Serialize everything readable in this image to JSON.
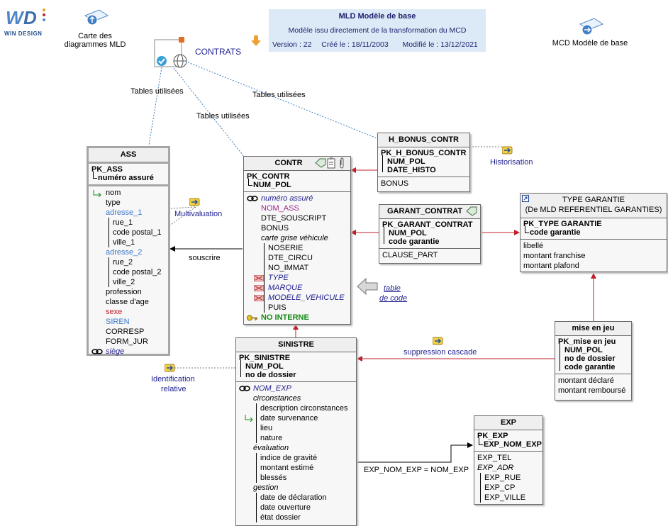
{
  "logo": {
    "text": "WIN DESIGN"
  },
  "nav": {
    "carte_label_1": "Carte des",
    "carte_label_2": "diagrammes MLD",
    "mcd_label": "MCD Modèle de base"
  },
  "header_box": {
    "title": "MLD Modèle de base",
    "subtitle": "Modèle issu directement de la transformation du MCD",
    "version": "Version : 22",
    "created": "Créé le : 18/11/2003",
    "modified": "Modifié le : 13/12/2021"
  },
  "contrats_label": "CONTRATS",
  "link_labels": {
    "tables_1": "Tables utilisées",
    "tables_2": "Tables utilisées",
    "tables_3": "Tables utilisées",
    "historisation": "Historisation",
    "multivaluation": "Multivaluation",
    "souscrire": "souscrire",
    "suppression": "suppression cascade",
    "identification_1": "Identification",
    "identification_2": "relative",
    "exp_join": "EXP_NOM_EXP = NOM_EXP",
    "table_code_1": "table",
    "table_code_2": "de code"
  },
  "ass": {
    "name": "ASS",
    "pk": "PK_ASS",
    "pk_col": "numéro assuré",
    "cols": [
      "nom",
      "type",
      "adresse_1",
      "rue_1",
      "code postal_1",
      "ville_1",
      "adresse_2",
      "rue_2",
      "code postal_2",
      "ville_2",
      "profession",
      "classe d'age",
      "sexe",
      "SIREN",
      "CORRESP",
      "FORM_JUR",
      "siège"
    ]
  },
  "contr": {
    "name": "CONTR",
    "pk": "PK_CONTR",
    "pk_col": "NUM_POL",
    "cols": [
      "numéro assuré",
      "NOM_ASS",
      "DTE_SOUSCRIPT",
      "BONUS",
      "carte grise véhicule",
      "NOSERIE",
      "DTE_CIRCU",
      "NO_IMMAT",
      "TYPE",
      "MARQUE",
      "MODELE_VEHICULE",
      "PUIS",
      "NO INTERNE"
    ]
  },
  "h_bonus": {
    "name": "H_BONUS_CONTR",
    "pk": "PK_H_BONUS_CONTR",
    "pk_cols": [
      "NUM_POL",
      "DATE_HISTO"
    ],
    "cols": [
      "BONUS"
    ]
  },
  "garant": {
    "name": "GARANT_CONTRAT",
    "pk": "PK_GARANT_CONTRAT",
    "pk_cols": [
      "NUM_POL",
      "code garantie"
    ],
    "cols": [
      "CLAUSE_PART"
    ]
  },
  "type_garantie": {
    "name": "TYPE GARANTIE",
    "subtitle": "(De MLD REFERENTIEL GARANTIES)",
    "pk": "PK_TYPE GARANTIE",
    "pk_col": "code garantie",
    "cols": [
      "libellé",
      "montant franchise",
      "montant plafond"
    ]
  },
  "mise_en_jeu": {
    "name": "mise en jeu",
    "pk": "PK_mise en jeu",
    "pk_cols": [
      "NUM_POL",
      "no de dossier",
      "code garantie"
    ],
    "cols": [
      "montant déclaré",
      "montant remboursé"
    ]
  },
  "sinistre": {
    "name": "SINISTRE",
    "pk": "PK_SINISTRE",
    "pk_cols": [
      "NUM_POL",
      "no de dossier"
    ],
    "cols": [
      "NOM_EXP",
      "circonstances",
      "description circonstances",
      "date survenance",
      "lieu",
      "nature",
      "évaluation",
      "indice de gravité",
      "montant estimé",
      "blessés",
      "gestion",
      "date de déclaration",
      "date ouverture",
      "état dossier"
    ]
  },
  "exp": {
    "name": "EXP",
    "pk": "PK_EXP",
    "pk_col": "EXP_NOM_EXP",
    "cols": [
      "EXP_TEL",
      "EXP_ADR",
      "EXP_RUE",
      "EXP_CP",
      "EXP_VILLE"
    ]
  },
  "colors": {
    "red_link": "#c0202a",
    "blue_dashed": "#3c7fbf",
    "header_bg": "#dce9f6"
  }
}
